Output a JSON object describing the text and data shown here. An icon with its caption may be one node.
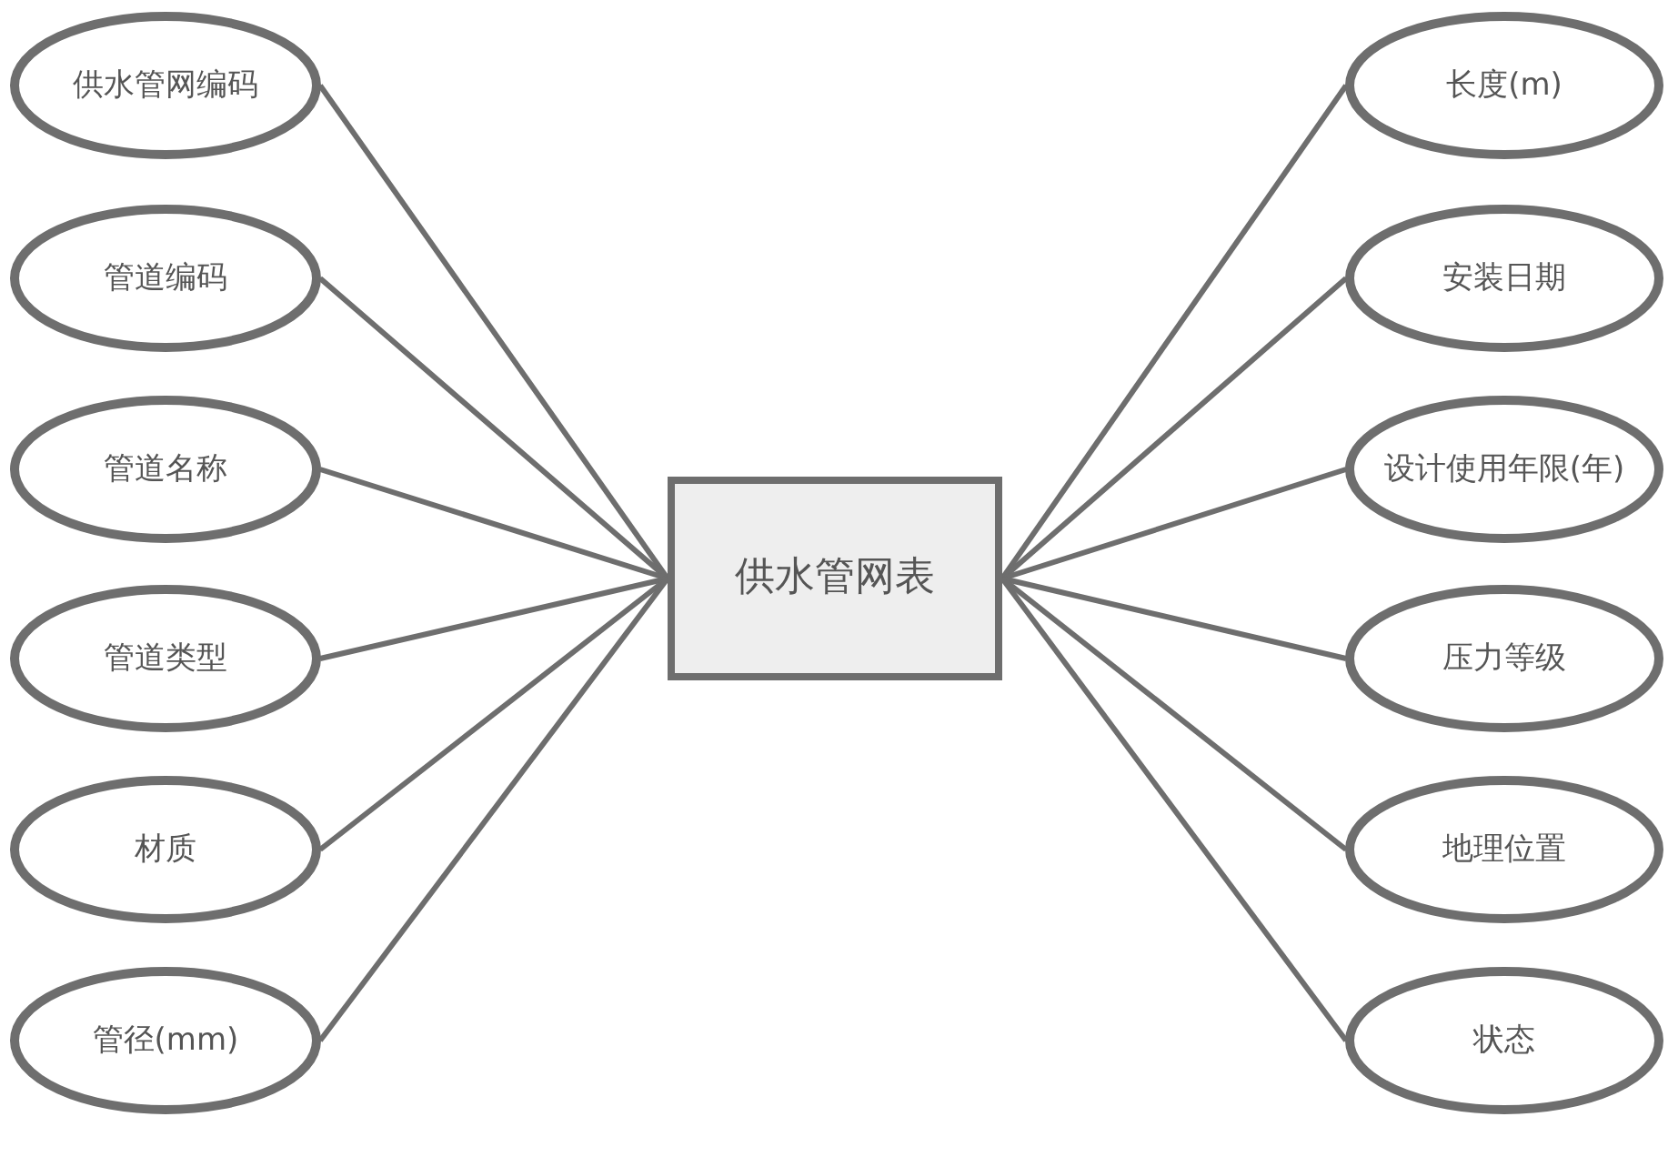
{
  "diagram": {
    "nodes": [
      {
        "text": [
          "供水管网表"
        ]
      },
      {
        "text": [
          "供水管网编码"
        ]
      },
      {
        "text": [
          "管道编码"
        ]
      },
      {
        "text": [
          "管道名称"
        ]
      },
      {
        "text": [
          "管道类型"
        ]
      },
      {
        "text": [
          "材质"
        ]
      },
      {
        "text": [
          "管径(mm)"
        ]
      },
      {
        "text": [
          "长度(m)"
        ]
      },
      {
        "text": [
          "安装日期"
        ]
      },
      {
        "text": [
          "设计使用年限(年)"
        ]
      },
      {
        "text": [
          "压力等级"
        ]
      },
      {
        "text": [
          "地理位置"
        ]
      },
      {
        "text": [
          "状态"
        ]
      }
    ],
    "edges": [
      {
        "from": 0,
        "to": 1,
        "arrow": "none"
      },
      {
        "from": 0,
        "to": 2,
        "arrow": "none"
      },
      {
        "from": 0,
        "to": 3,
        "arrow": "none"
      },
      {
        "from": 0,
        "to": 4,
        "arrow": "none"
      },
      {
        "from": 0,
        "to": 5,
        "arrow": "none"
      },
      {
        "from": 0,
        "to": 6,
        "arrow": "none"
      },
      {
        "from": 0,
        "to": 7,
        "arrow": "none"
      },
      {
        "from": 0,
        "to": 8,
        "arrow": "none"
      },
      {
        "from": 0,
        "to": 9,
        "arrow": "none"
      },
      {
        "from": 0,
        "to": 10,
        "arrow": "none"
      },
      {
        "from": 0,
        "to": 11,
        "arrow": "none"
      },
      {
        "from": 0,
        "to": 12,
        "arrow": "none"
      }
    ]
  }
}
